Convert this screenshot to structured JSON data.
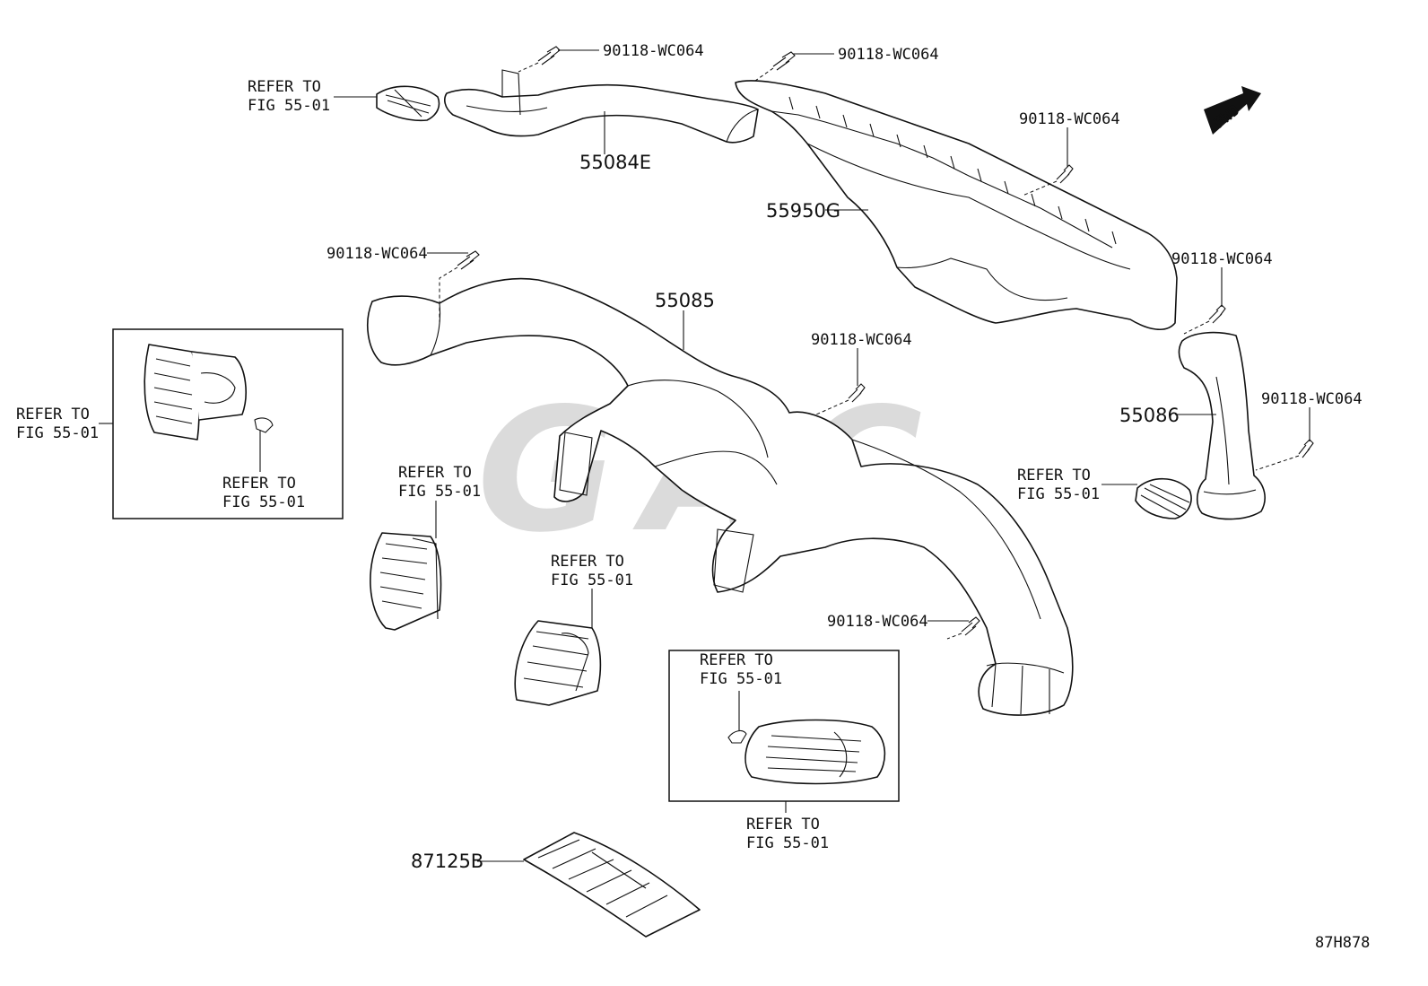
{
  "diagram": {
    "part_numbers": {
      "duct_55084E": "55084E",
      "duct_55950G": "55950G",
      "duct_55085": "55085",
      "duct_55086": "55086",
      "cover_87125B": "87125B"
    },
    "screw_label": "90118-WC064",
    "refer_line1": "REFER TO",
    "refer_line2": "FIG 55-01",
    "fwd_label": "FWD",
    "watermark": "GAC",
    "figure_code": "87H878"
  }
}
